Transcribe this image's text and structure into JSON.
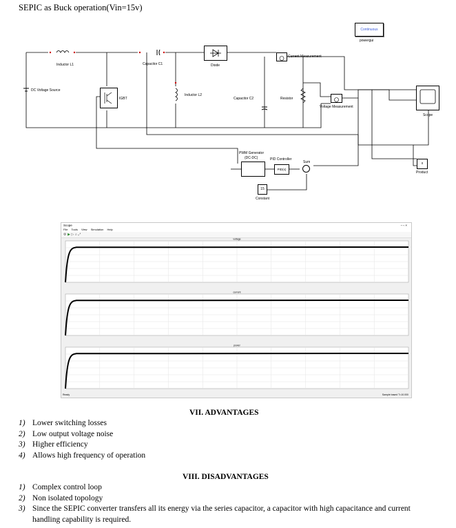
{
  "title": "SEPIC as Buck operation(Vin=15v)",
  "diagram": {
    "powergui_label": "Continuous",
    "powergui_caption": "powergui",
    "inductor_l1": "Inductor L1",
    "capacitor_c1": "Capacitor C1",
    "diode": "Diode",
    "current_measurement": "Current Measurement",
    "dc_source": "DC Voltage Source",
    "igbt": "IGBT",
    "inductor_l2": "Inductor L2",
    "capacitor_c2": "Capacitor C2",
    "resistor": "Resistor",
    "voltage_measurement": "Voltage Measurement",
    "scope": "Scope",
    "pwm_generator": "PWM Generator",
    "pwm_generator_sub": "(DC-DC)",
    "pid_controller": "PID Controller",
    "pid_block_text": "PID(s)",
    "sum": "Sum",
    "constant_value": "15",
    "constant": "Constant",
    "product": "Product",
    "product_symbol": "x"
  },
  "scope_window": {
    "title": "Scope",
    "window_controls": "–   ▫   ×",
    "menu": [
      "File",
      "Tools",
      "View",
      "Simulation",
      "Help"
    ],
    "status_left": "Ready",
    "status_right": "Sample based  T=10.000",
    "panels": [
      {
        "name": "voltage"
      },
      {
        "name": "current"
      },
      {
        "name": "power"
      }
    ]
  },
  "advantages": {
    "heading": "VII.      ADVANTAGES",
    "items": [
      {
        "num": "1)",
        "text": "Lower switching losses"
      },
      {
        "num": "2)",
        "text": "Low output voltage noise"
      },
      {
        "num": "3)",
        "text": "Higher efficiency"
      },
      {
        "num": "4)",
        "text": "Allows high frequency of operation"
      }
    ]
  },
  "disadvantages": {
    "heading": "VIII.      DISADVANTAGES",
    "items": [
      {
        "num": "1)",
        "text": "Complex control loop"
      },
      {
        "num": "2)",
        "text": "Non isolated topology"
      },
      {
        "num": "3)",
        "text": "Since the SEPIC converter transfers all its energy via the series capacitor, a capacitor with high capacitance and current handling capability is required."
      }
    ]
  }
}
